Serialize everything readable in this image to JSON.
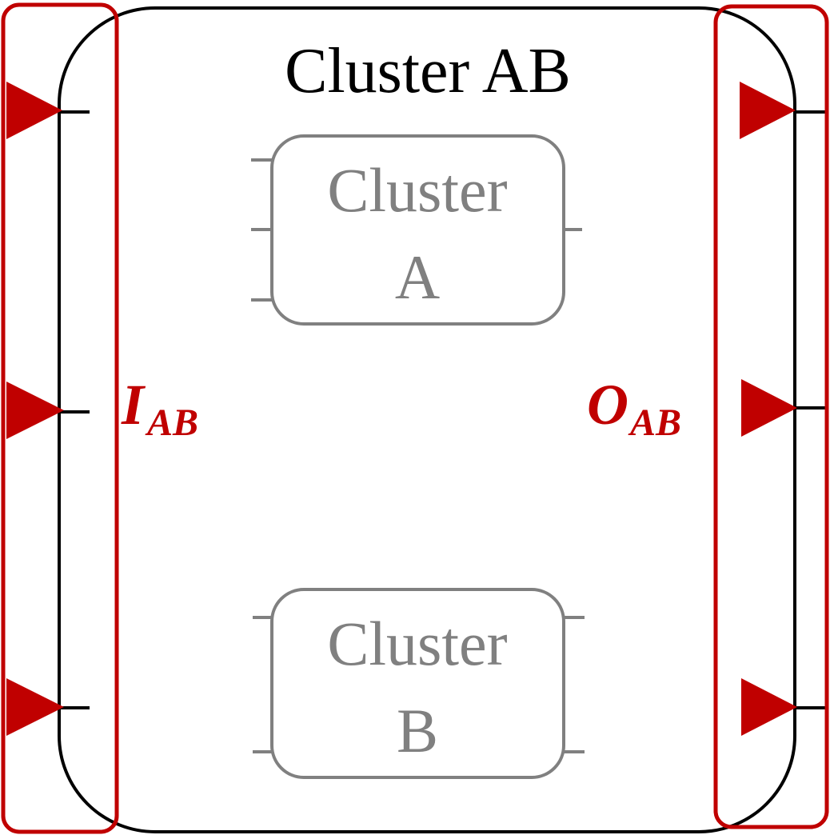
{
  "colors": {
    "outline": "#000000",
    "sub_cluster": "#808080",
    "accent": "#c00000"
  },
  "outer": {
    "title": "Cluster AB"
  },
  "cluster_a": {
    "line1": "Cluster",
    "line2": "A"
  },
  "cluster_b": {
    "line1": "Cluster",
    "line2": "B"
  },
  "inputs_label": {
    "main": "I",
    "sub": "AB"
  },
  "outputs_label": {
    "main": "O",
    "sub": "AB"
  },
  "icons": {
    "input_port": "triangle-right-icon",
    "output_port": "triangle-right-icon"
  }
}
